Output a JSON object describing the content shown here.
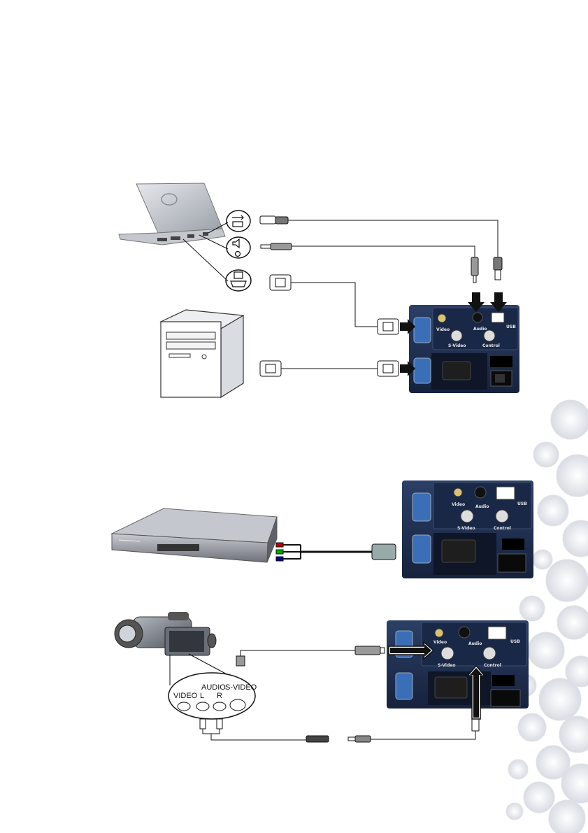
{
  "camcorder_ports": {
    "video": "VIDEO",
    "audio": "AUDIO",
    "left": "L",
    "right": "R",
    "svideo": "S-VIDEO"
  },
  "panel_labels": {
    "video": "Video",
    "audio": "Audio",
    "usb": "USB",
    "svideo": "S-Video",
    "control": "Control"
  },
  "port_icons": [
    "usb-icon",
    "speaker-icon",
    "monitor-icon"
  ],
  "colors": {
    "panel": "#22345a",
    "panel_dark": "#101a30",
    "vga_blue": "#3a6fb8",
    "arrow": "#111111"
  }
}
